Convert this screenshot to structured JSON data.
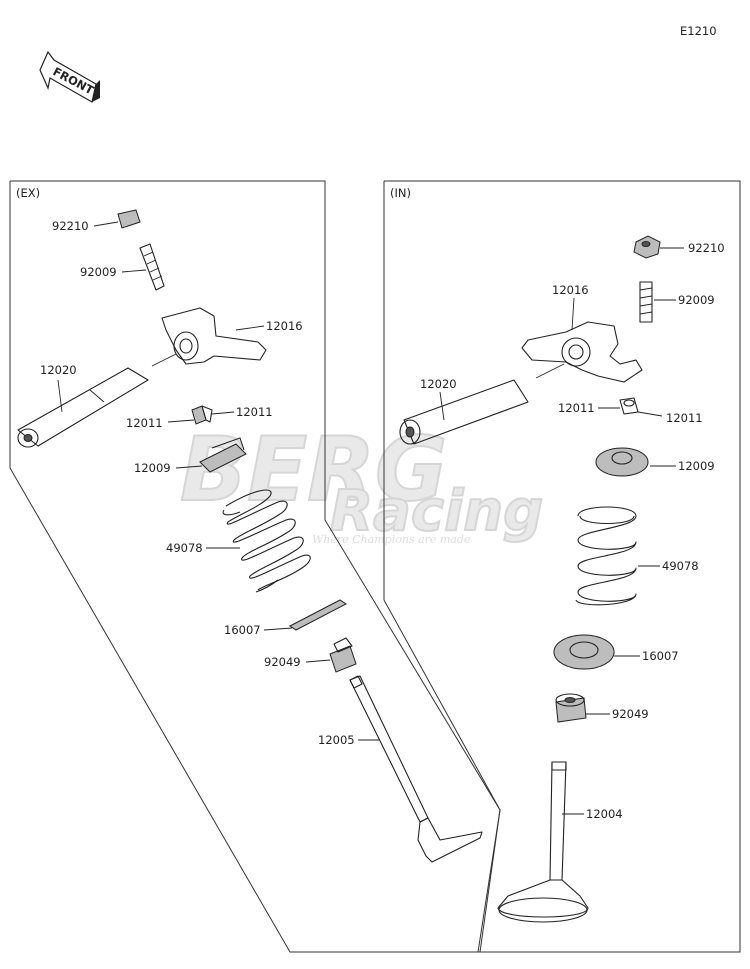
{
  "diagram_code": "E1210",
  "front_label": "FRONT",
  "watermark": {
    "line1": "BERG",
    "line2": "Racing",
    "tagline": "Where Champions are made"
  },
  "ex": {
    "title": "(EX)",
    "parts": {
      "nut": "92210",
      "adjuster": "92009",
      "rocker_arm": "12016",
      "shaft": "12020",
      "cotter_a": "12011",
      "cotter_b": "12011",
      "retainer": "12009",
      "spring": "49078",
      "seat": "16007",
      "seal": "92049",
      "valve": "12005"
    }
  },
  "in": {
    "title": "(IN)",
    "parts": {
      "nut": "92210",
      "adjuster": "92009",
      "rocker_arm": "12016",
      "shaft": "12020",
      "cotter_a": "12011",
      "cotter_b": "12011",
      "retainer": "12009",
      "spring": "49078",
      "seat": "16007",
      "seal": "92049",
      "valve": "12004"
    }
  }
}
